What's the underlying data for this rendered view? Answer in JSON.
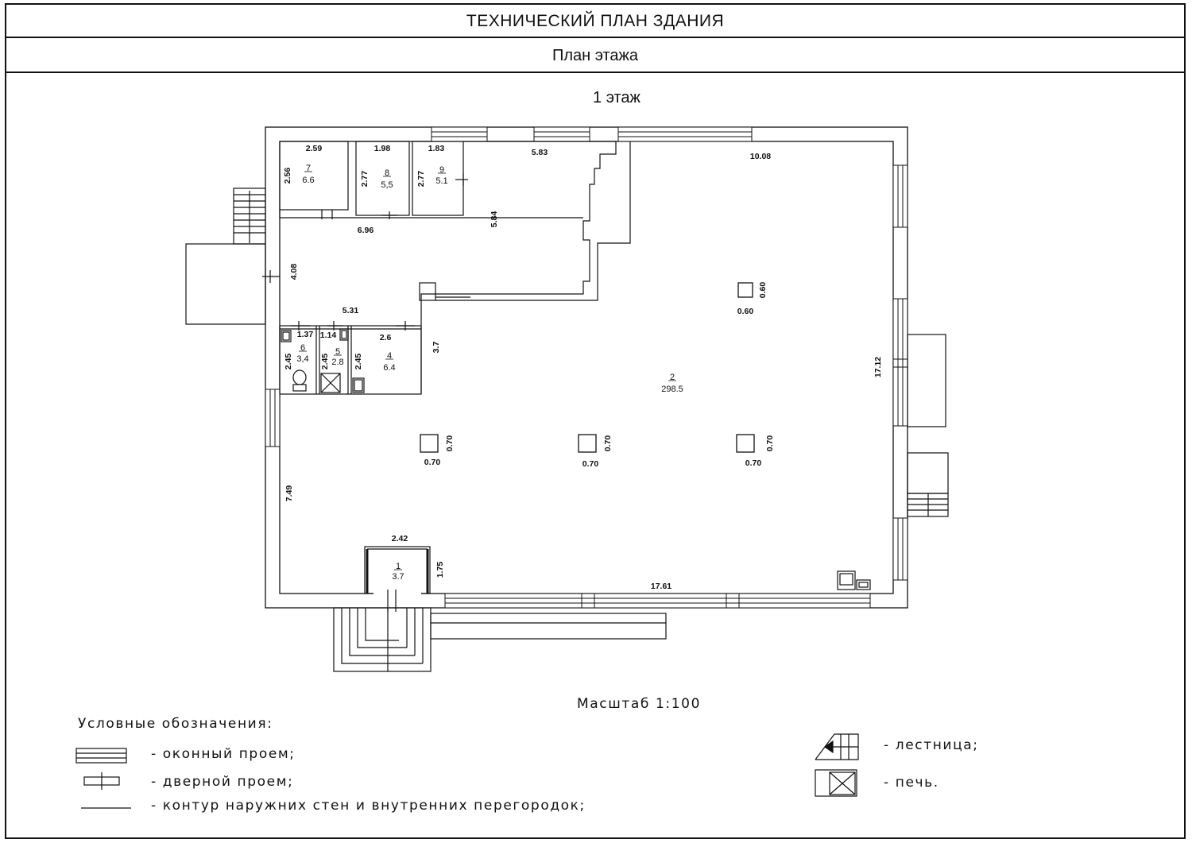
{
  "header": {
    "title": "ТЕХНИЧЕСКИЙ ПЛАН ЗДАНИЯ",
    "subtitle": "План этажа"
  },
  "floor_label": "1 этаж",
  "scale": "Масштаб 1:100",
  "rooms": [
    {
      "number": "1",
      "area": "3.7"
    },
    {
      "number": "2",
      "area": "298.5"
    },
    {
      "number": "4",
      "area": "6.4"
    },
    {
      "number": "5",
      "area": "2.8"
    },
    {
      "number": "6",
      "area": "3,4"
    },
    {
      "number": "7",
      "area": "6.6"
    },
    {
      "number": "8",
      "area": "5,5"
    },
    {
      "number": "9",
      "area": "5.1"
    }
  ],
  "dimensions": {
    "r7_w": "2.59",
    "r7_h": "2.56",
    "r8_w": "1.98",
    "r8_h": "2.77",
    "r9_w": "1.83",
    "r9_h": "2.77",
    "top_mid": "5.83",
    "top_right": "10.08",
    "corridor_w": "6.96",
    "corridor_h": "5.84",
    "left_upper": "4.08",
    "corridor_bottom": "5.31",
    "r6_w": "1.37",
    "r6_h": "2.45",
    "r5_w": "1.14",
    "r5_h": "2.45",
    "r4_w": "2.6",
    "r4_h": "2.45",
    "step_h": "3.7",
    "right_h": "17.12",
    "left_lower": "7.49",
    "bottom_w": "17.61",
    "r1_w": "2.42",
    "r1_h": "1.75",
    "col_large": "0.60",
    "col_small": "0.70"
  },
  "legend": {
    "title": "Условные обозначения:",
    "window": "- оконный проем;",
    "door": "- дверной проем;",
    "contour": "- контур наружних стен и внутренних перегородок;",
    "stairs": "- лестница;",
    "stove": "- печь."
  }
}
